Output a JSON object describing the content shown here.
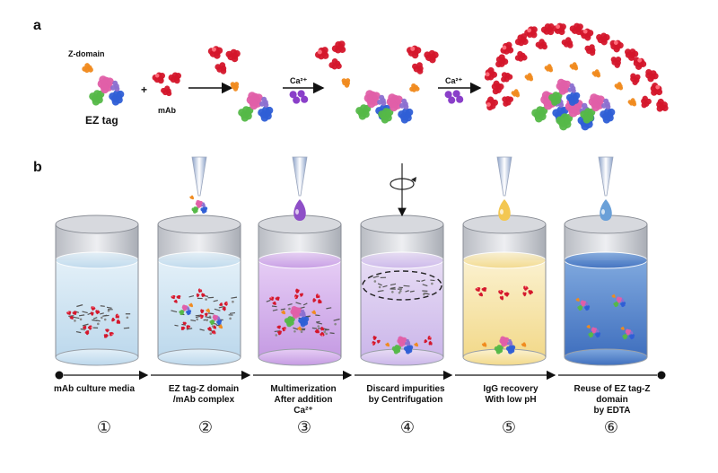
{
  "panel_a": {
    "letter": "a",
    "z_domain_label": "Z-domain",
    "ez_tag_label": "EZ tag",
    "mab_label": "mAb",
    "plus": "+",
    "ca_label_1": "Ca²⁺",
    "ca_label_2": "Ca²⁺"
  },
  "panel_b": {
    "letter": "b",
    "steps": [
      {
        "number": "①",
        "line1": "mAb culture media",
        "line2": "",
        "line3": ""
      },
      {
        "number": "②",
        "line1": "EZ tag-Z domain",
        "line2": "/mAb complex",
        "line3": ""
      },
      {
        "number": "③",
        "line1": "Multimerization",
        "line2": "After addition",
        "line3": "Ca²⁺"
      },
      {
        "number": "④",
        "line1": "Discard impurities",
        "line2": "by Centrifugation",
        "line3": ""
      },
      {
        "number": "⑤",
        "line1": "IgG recovery",
        "line2": "With low pH",
        "line3": ""
      },
      {
        "number": "⑥",
        "line1": "Reuse of EZ tag-Z domain",
        "line2": "by EDTA",
        "line3": ""
      }
    ]
  },
  "colors": {
    "antibody": "#d4162b",
    "z_domain": "#f08a1e",
    "tag_pink": "#e05fa8",
    "tag_blue": "#2f5fd6",
    "tag_green": "#55b848",
    "calcium": "#8a3fc9",
    "liquid_1": "#d6e9f5",
    "liquid_3": "#d9b8ef",
    "liquid_5": "#f7e7b2",
    "liquid_6": "#5f8fd1"
  }
}
